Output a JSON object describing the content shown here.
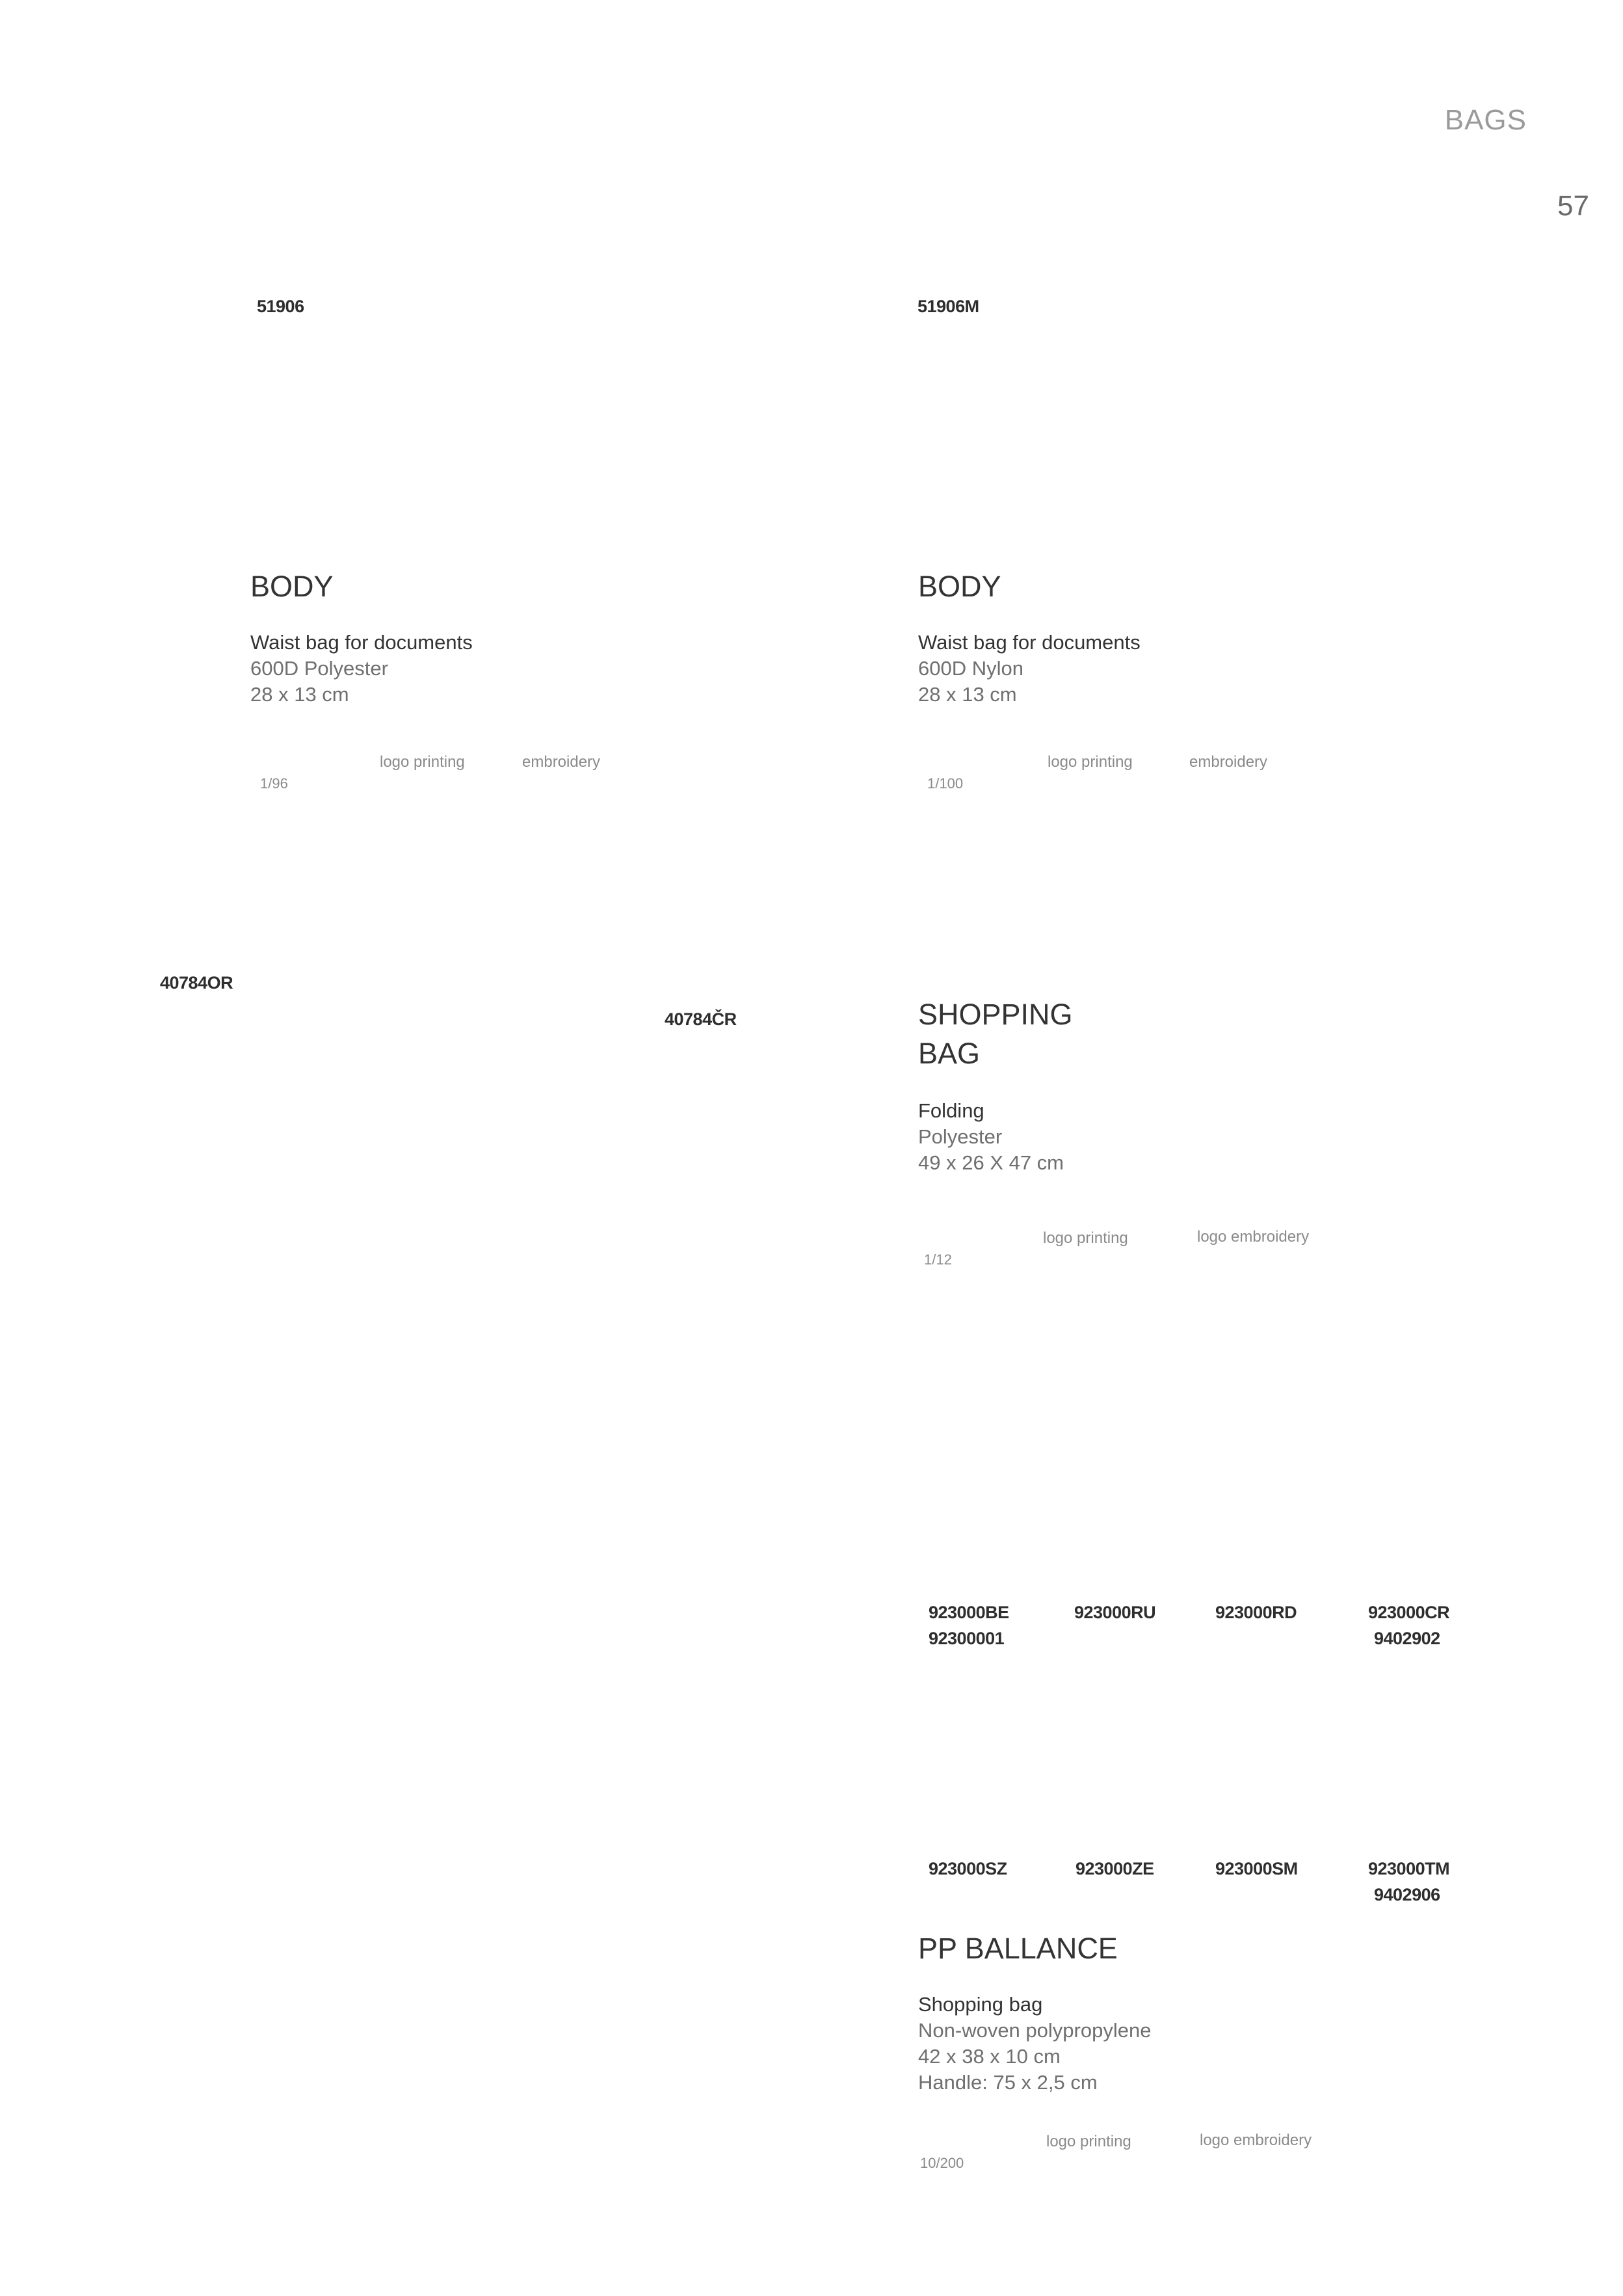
{
  "header": {
    "section": "BAGS",
    "page_number": "57"
  },
  "products": [
    {
      "code": "51906",
      "name": "BODY",
      "subtitle": "Waist bag for documents",
      "material": "600D Polyester",
      "size": "28 x 13 cm",
      "branding": [
        "logo printing",
        "embroidery"
      ],
      "packaging": "1/96"
    },
    {
      "code": "51906M",
      "name": "BODY",
      "subtitle": "Waist bag for documents",
      "material": "600D Nylon",
      "size": "28 x 13 cm",
      "branding": [
        "logo printing",
        "embroidery"
      ],
      "packaging": "1/100"
    },
    {
      "codes": [
        "40784OR",
        "40784ČR"
      ],
      "name_lines": [
        "SHOPPING",
        "BAG"
      ],
      "subtitle": "Folding",
      "material": "Polyester",
      "size": "49 x 26 X 47 cm",
      "branding": [
        "logo printing",
        "logo embroidery"
      ],
      "packaging": "1/12"
    },
    {
      "codes_row1": [
        "923000BE",
        "923000RU",
        "923000RD",
        "923000CR"
      ],
      "codes_row1_sub": [
        "92300001",
        "",
        "",
        "9402902"
      ],
      "codes_row2": [
        "923000SZ",
        "923000ZE",
        "923000SM",
        "923000TM"
      ],
      "codes_row2_sub": [
        "",
        "",
        "",
        "9402906"
      ],
      "name": "PP BALLANCE",
      "subtitle": "Shopping bag",
      "material": "Non-woven polypropylene",
      "size": "42 x 38 x 10 cm",
      "handle": "Handle: 75 x 2,5 cm",
      "branding": [
        "logo printing",
        "logo embroidery"
      ],
      "packaging": "10/200"
    }
  ]
}
